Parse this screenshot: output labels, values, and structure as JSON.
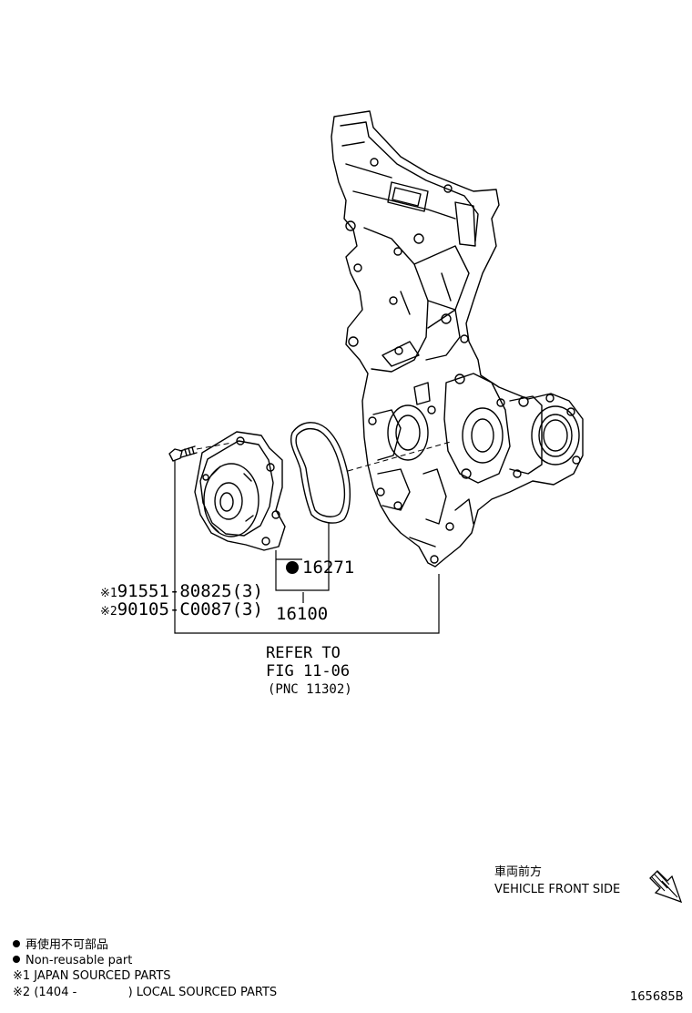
{
  "parts": {
    "bolt_japan": {
      "mark": "※1",
      "number": "91551-80825(3)"
    },
    "bolt_local": {
      "mark": "※2",
      "number": "90105-C0087(3)"
    },
    "gasket": {
      "number": "16271"
    },
    "water_pump": {
      "number": "16100"
    }
  },
  "reference": {
    "line1": "REFER TO",
    "line2": "FIG 11-06",
    "line3": "(PNC 11302)"
  },
  "direction": {
    "label_jp": "車両前方",
    "label_en": "VEHICLE FRONT SIDE"
  },
  "legend": {
    "nonreusable_jp": "再使用不可部品",
    "nonreusable_en": "Non-reusable part",
    "japan_sourced": "※1 JAPAN SOURCED PARTS",
    "local_mark": "※2",
    "local_paren_open": "(1404 -",
    "local_paren_close": ")",
    "local_sourced": "LOCAL SOURCED PARTS"
  },
  "figure_id": "165685B"
}
